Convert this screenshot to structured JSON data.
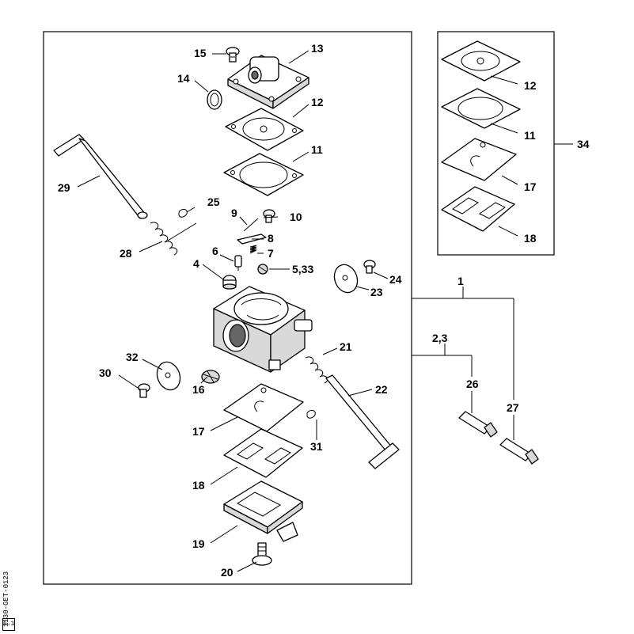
{
  "drawing_code": "1130-GET-0123",
  "drawing_mark": "6.1",
  "callouts": {
    "c1": "1",
    "c2_3": "2,3",
    "c4": "4",
    "c5_33": "5,33",
    "c6": "6",
    "c7": "7",
    "c8": "8",
    "c9": "9",
    "c10": "10",
    "c11": "11",
    "c12": "12",
    "c13": "13",
    "c14": "14",
    "c15": "15",
    "c16": "16",
    "c17": "17",
    "c18": "18",
    "c19": "19",
    "c20": "20",
    "c21": "21",
    "c22": "22",
    "c23": "23",
    "c24": "24",
    "c25": "25",
    "c26": "26",
    "c27": "27",
    "c28": "28",
    "c29": "29",
    "c30": "30",
    "c31": "31",
    "c32": "32",
    "k12": "12",
    "k11": "11",
    "k17": "17",
    "k18": "18",
    "c34": "34"
  }
}
